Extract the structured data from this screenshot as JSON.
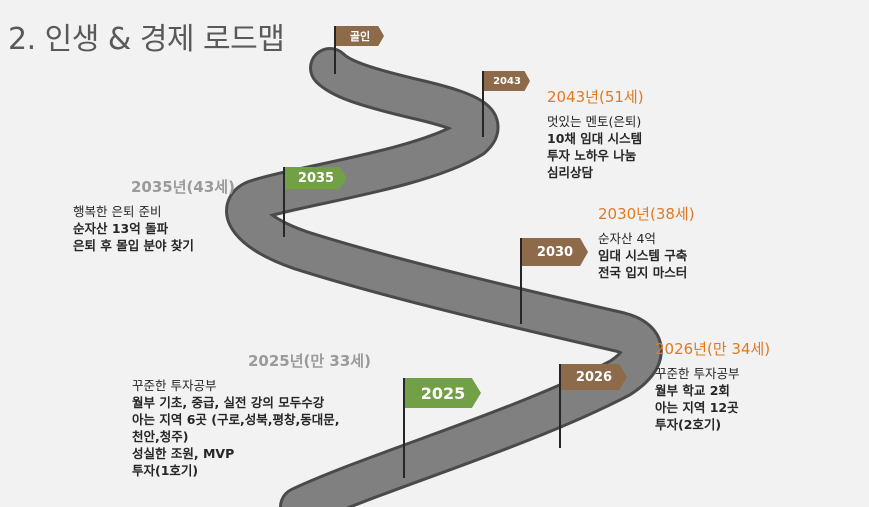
{
  "title": "2. 인생 & 경제 로드맵",
  "flags": {
    "goal": {
      "label": "골인",
      "color": "#8c6a4a",
      "icon": "flag-icon"
    },
    "y2043": {
      "label": "2043",
      "color": "#8c6a4a",
      "icon": "flag-icon"
    },
    "y2035": {
      "label": "2035",
      "color": "#71a046",
      "icon": "flag-icon"
    },
    "y2030": {
      "label": "2030",
      "color": "#8c6a4a",
      "icon": "flag-icon"
    },
    "y2026": {
      "label": "2026",
      "color": "#8c6a4a",
      "icon": "flag-icon"
    },
    "y2025": {
      "label": "2025",
      "color": "#71a046",
      "icon": "flag-icon"
    }
  },
  "milestones": {
    "m2043": {
      "year": "2043년(51세)",
      "lines": [
        "멋있는 멘토(은퇴)",
        "10채 임대 시스템",
        "투자 노하우 나눔",
        "심리상담"
      ]
    },
    "m2035": {
      "year": "2035년(43세)",
      "lines": [
        "행복한 은퇴 준비",
        "순자산 13억 돌파",
        "은퇴 후 몰입 분야 찾기"
      ]
    },
    "m2030": {
      "year": "2030년(38세)",
      "lines": [
        "순자산 4억",
        "임대 시스템 구축",
        "전국 입지 마스터"
      ]
    },
    "m2026": {
      "year": "2026년(만 34세)",
      "lines": [
        "꾸준한 투자공부",
        "월부 학교 2회",
        "아는 지역 12곳",
        "투자(2호기)"
      ]
    },
    "m2025": {
      "year": "2025년(만 33세)",
      "lines": [
        "꾸준한 투자공부",
        "월부 기초, 중급, 실전 강의 모두수강",
        "아는 지역 6곳 (구로,성북,평창,동대문,",
        "천안,청주)",
        "성실한 조원, MVP",
        "투자(1호기)"
      ]
    }
  },
  "colors": {
    "road": "#808080",
    "road_edge": "#4a4a4a",
    "accent_orange": "#e07a22",
    "accent_gray": "#9a9a9a"
  }
}
